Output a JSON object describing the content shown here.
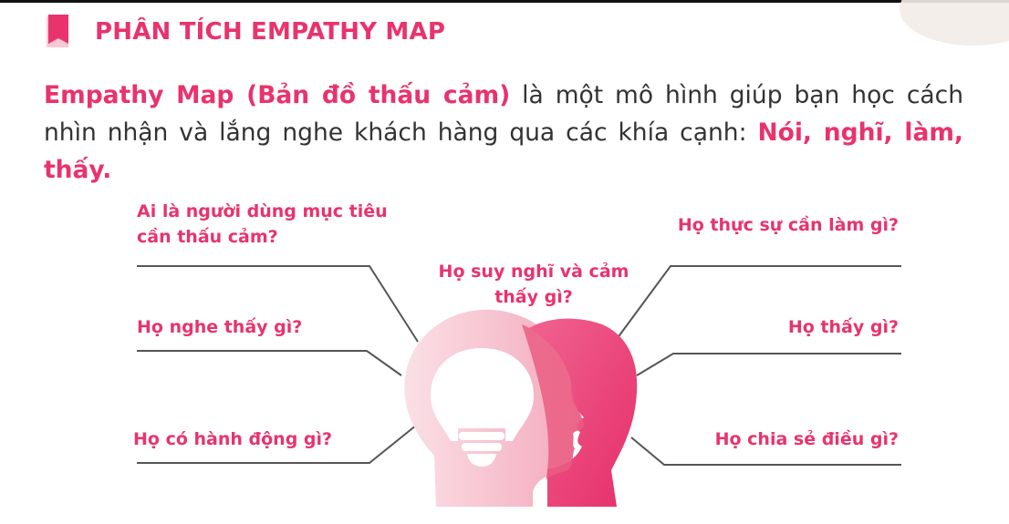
{
  "header": {
    "title": "PHÂN TÍCH EMPATHY MAP"
  },
  "intro": {
    "highlight_start": "Empathy Map (Bản đồ thấu cảm)",
    "body": " là một mô hình giúp bạn học cách nhìn nhận và lắng nghe khách hàng qua các khía cạnh: ",
    "highlight_end": "Nói, nghĩ, làm, thấy."
  },
  "diagram": {
    "labels": {
      "target_user": "Ai là người dùng mục tiêu cần thấu cảm?",
      "think_feel": "Họ suy nghĩ và cảm thấy gì?",
      "need_to_do": "Họ thực sự cần làm gì?",
      "hear": "Họ nghe thấy gì?",
      "see": "Họ thấy gì?",
      "do": "Họ có hành động gì?",
      "say": "Họ chia sẻ điều gì?"
    },
    "icons": [
      "bookmark-icon",
      "head-profile-icon",
      "lightbulb-icon"
    ],
    "colors": {
      "accent": "#e8336d",
      "text": "#333333",
      "line": "#555555",
      "head_front": "#ee3f76",
      "head_back": "#f6c3cf"
    }
  }
}
